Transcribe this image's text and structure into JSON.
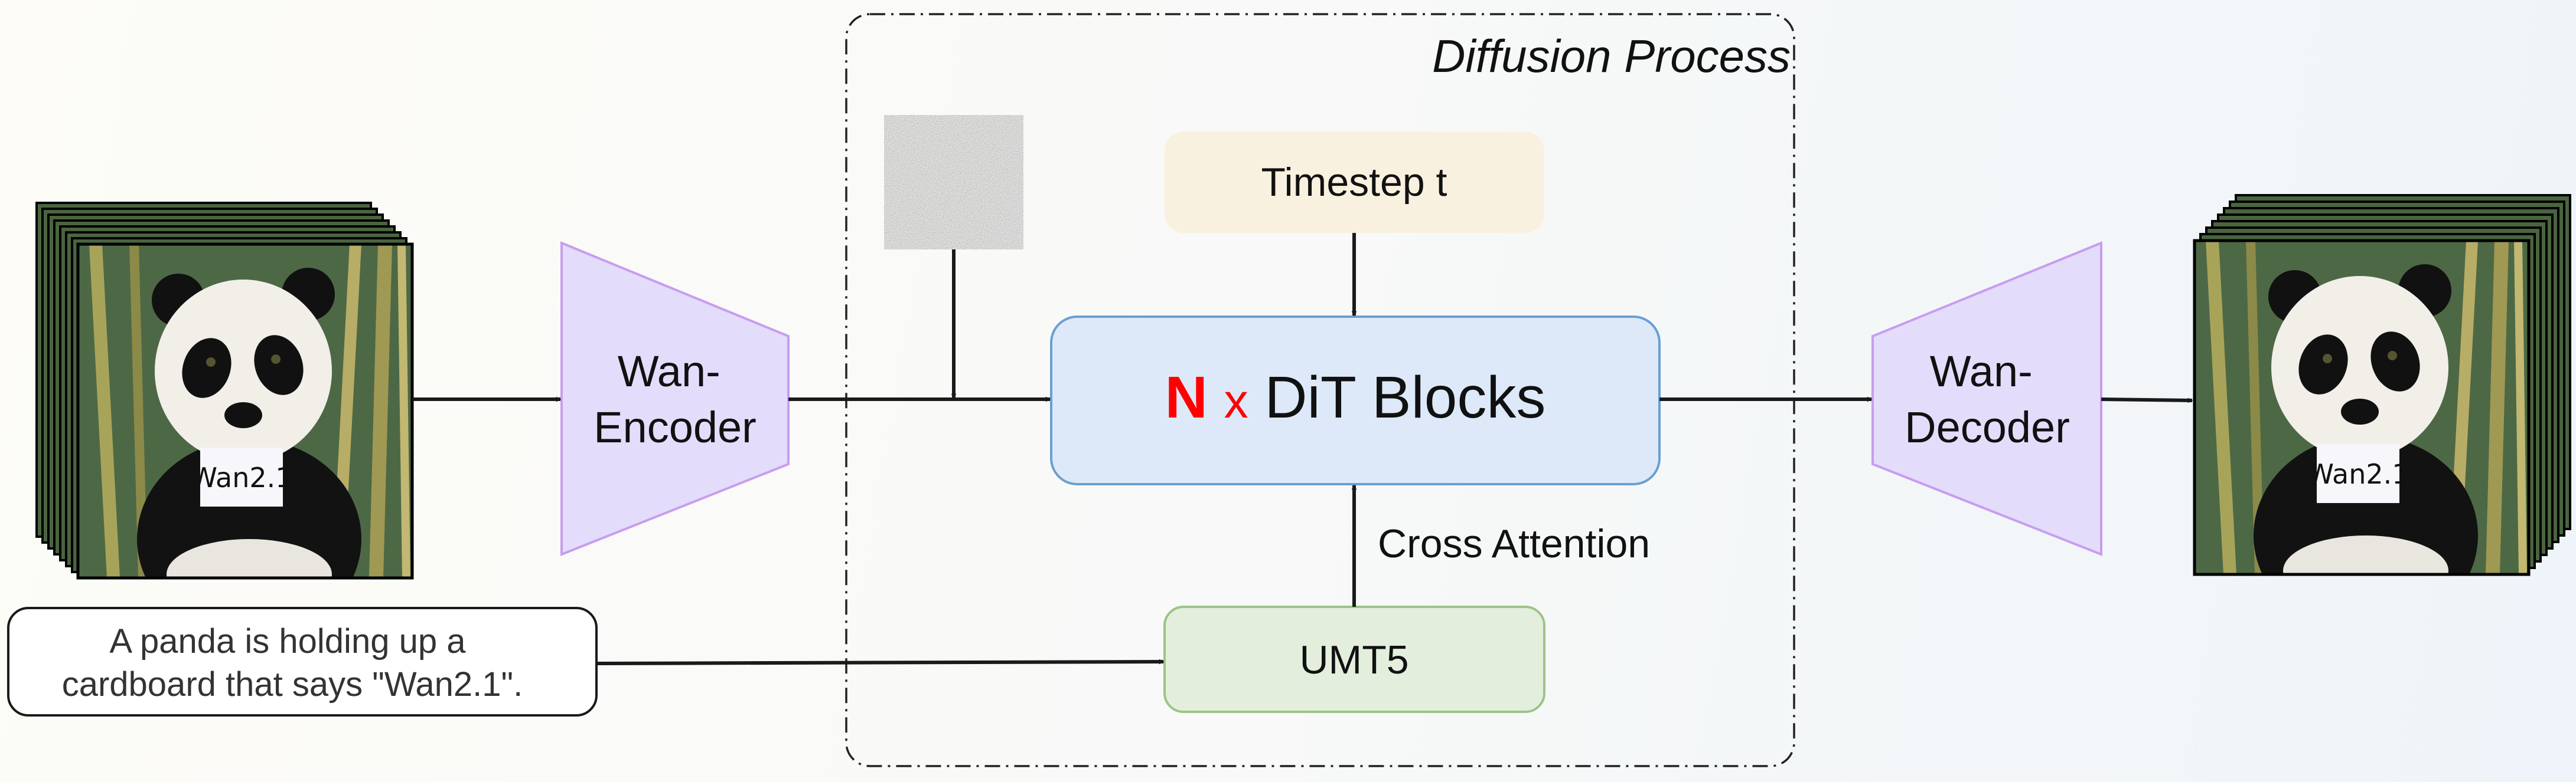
{
  "diagram": {
    "group_label": "Diffusion Process",
    "input_video": {
      "sign_text": "Wan2.1"
    },
    "output_video": {
      "sign_text": "Wan2.1"
    },
    "encoder": {
      "line1": "Wan-",
      "line2": "Encoder"
    },
    "decoder": {
      "line1": "Wan-",
      "line2": "Decoder"
    },
    "timestep": {
      "label": "Timestep t"
    },
    "dit": {
      "n": "N",
      "x": "x",
      "label": "DiT Blocks"
    },
    "cross_attention": {
      "label": "Cross Attention"
    },
    "umt5": {
      "label": "UMT5"
    },
    "prompt": {
      "line1": "A panda is holding up a",
      "line2": "cardboard that says \"Wan2.1\"."
    },
    "colors": {
      "encoder_fill": "#e4dcfb",
      "encoder_stroke": "#c79df0",
      "timestep_fill": "#f9f1e0",
      "dit_fill": "#dde9f9",
      "dit_stroke": "#6a9fd2",
      "umt5_fill": "#e3efdc",
      "umt5_stroke": "#9cc487",
      "accent_red": "#ff0000"
    }
  }
}
